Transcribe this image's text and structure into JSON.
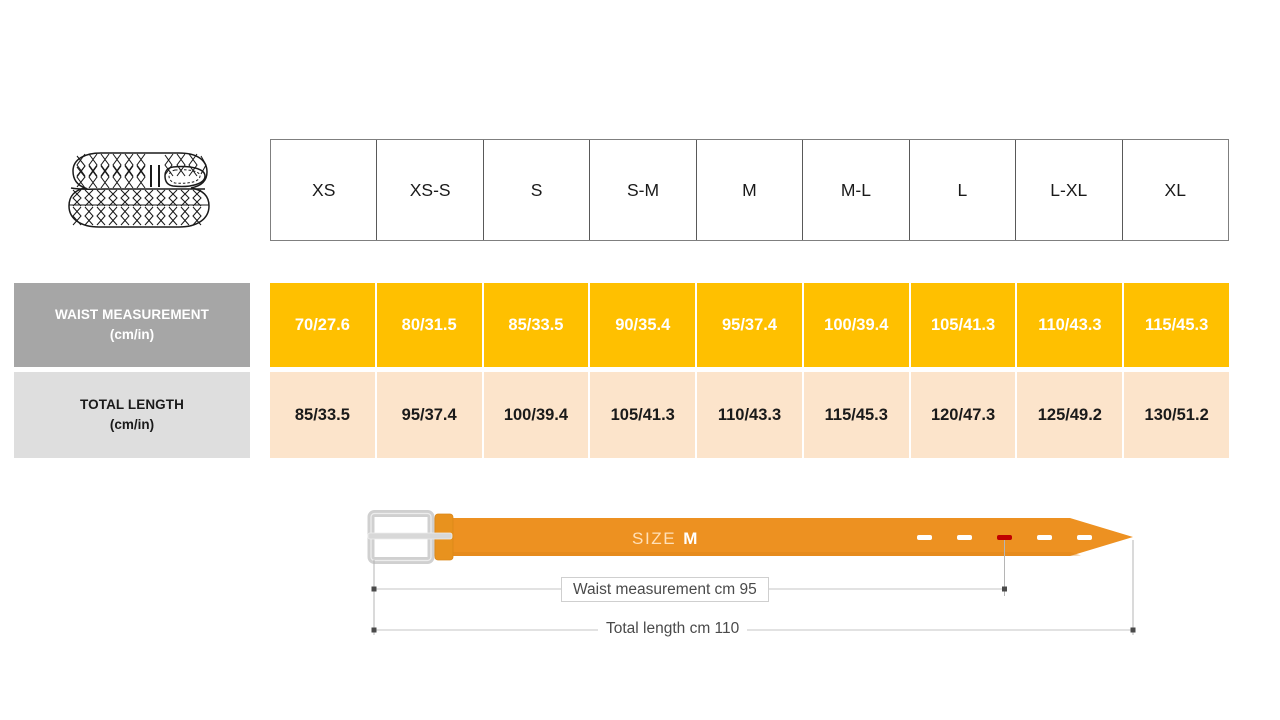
{
  "product": {
    "icon_name": "woven-belt-illustration"
  },
  "table": {
    "size_headers": [
      "XS",
      "XS-S",
      "S",
      "S-M",
      "M",
      "M-L",
      "L",
      "L-XL",
      "XL"
    ],
    "rows": [
      {
        "label_line1": "WAIST MEASUREMENT",
        "label_line2": "(cm/in)",
        "values": [
          "70/27.6",
          "80/31.5",
          "85/33.5",
          "90/35.4",
          "95/37.4",
          "100/39.4",
          "105/41.3",
          "110/43.3",
          "115/45.3"
        ],
        "label_bg": "#a6a6a6",
        "cell_bg": "#ffc000",
        "text_color": "#ffffff"
      },
      {
        "label_line1": "TOTAL LENGTH",
        "label_line2": "(cm/in)",
        "values": [
          "85/33.5",
          "95/37.4",
          "100/39.4",
          "105/41.3",
          "110/43.3",
          "115/45.3",
          "120/47.3",
          "125/49.2",
          "130/51.2"
        ],
        "label_bg": "#dedede",
        "cell_bg": "#fce4cb",
        "text_color": "#1a1a1a"
      }
    ]
  },
  "diagram": {
    "size_prefix": "SIZE",
    "size_value": "M",
    "waist_dimension_label": "Waist measurement cm 95",
    "length_dimension_label": "Total length cm 110",
    "belt_color": "#ed9121",
    "keeper_color": "#e8921e",
    "buckle_color": "#d0d0d0",
    "active_hole_color": "#c00000",
    "hole_color": "#ffffff",
    "hole_count": 5,
    "active_hole_index": 2
  }
}
